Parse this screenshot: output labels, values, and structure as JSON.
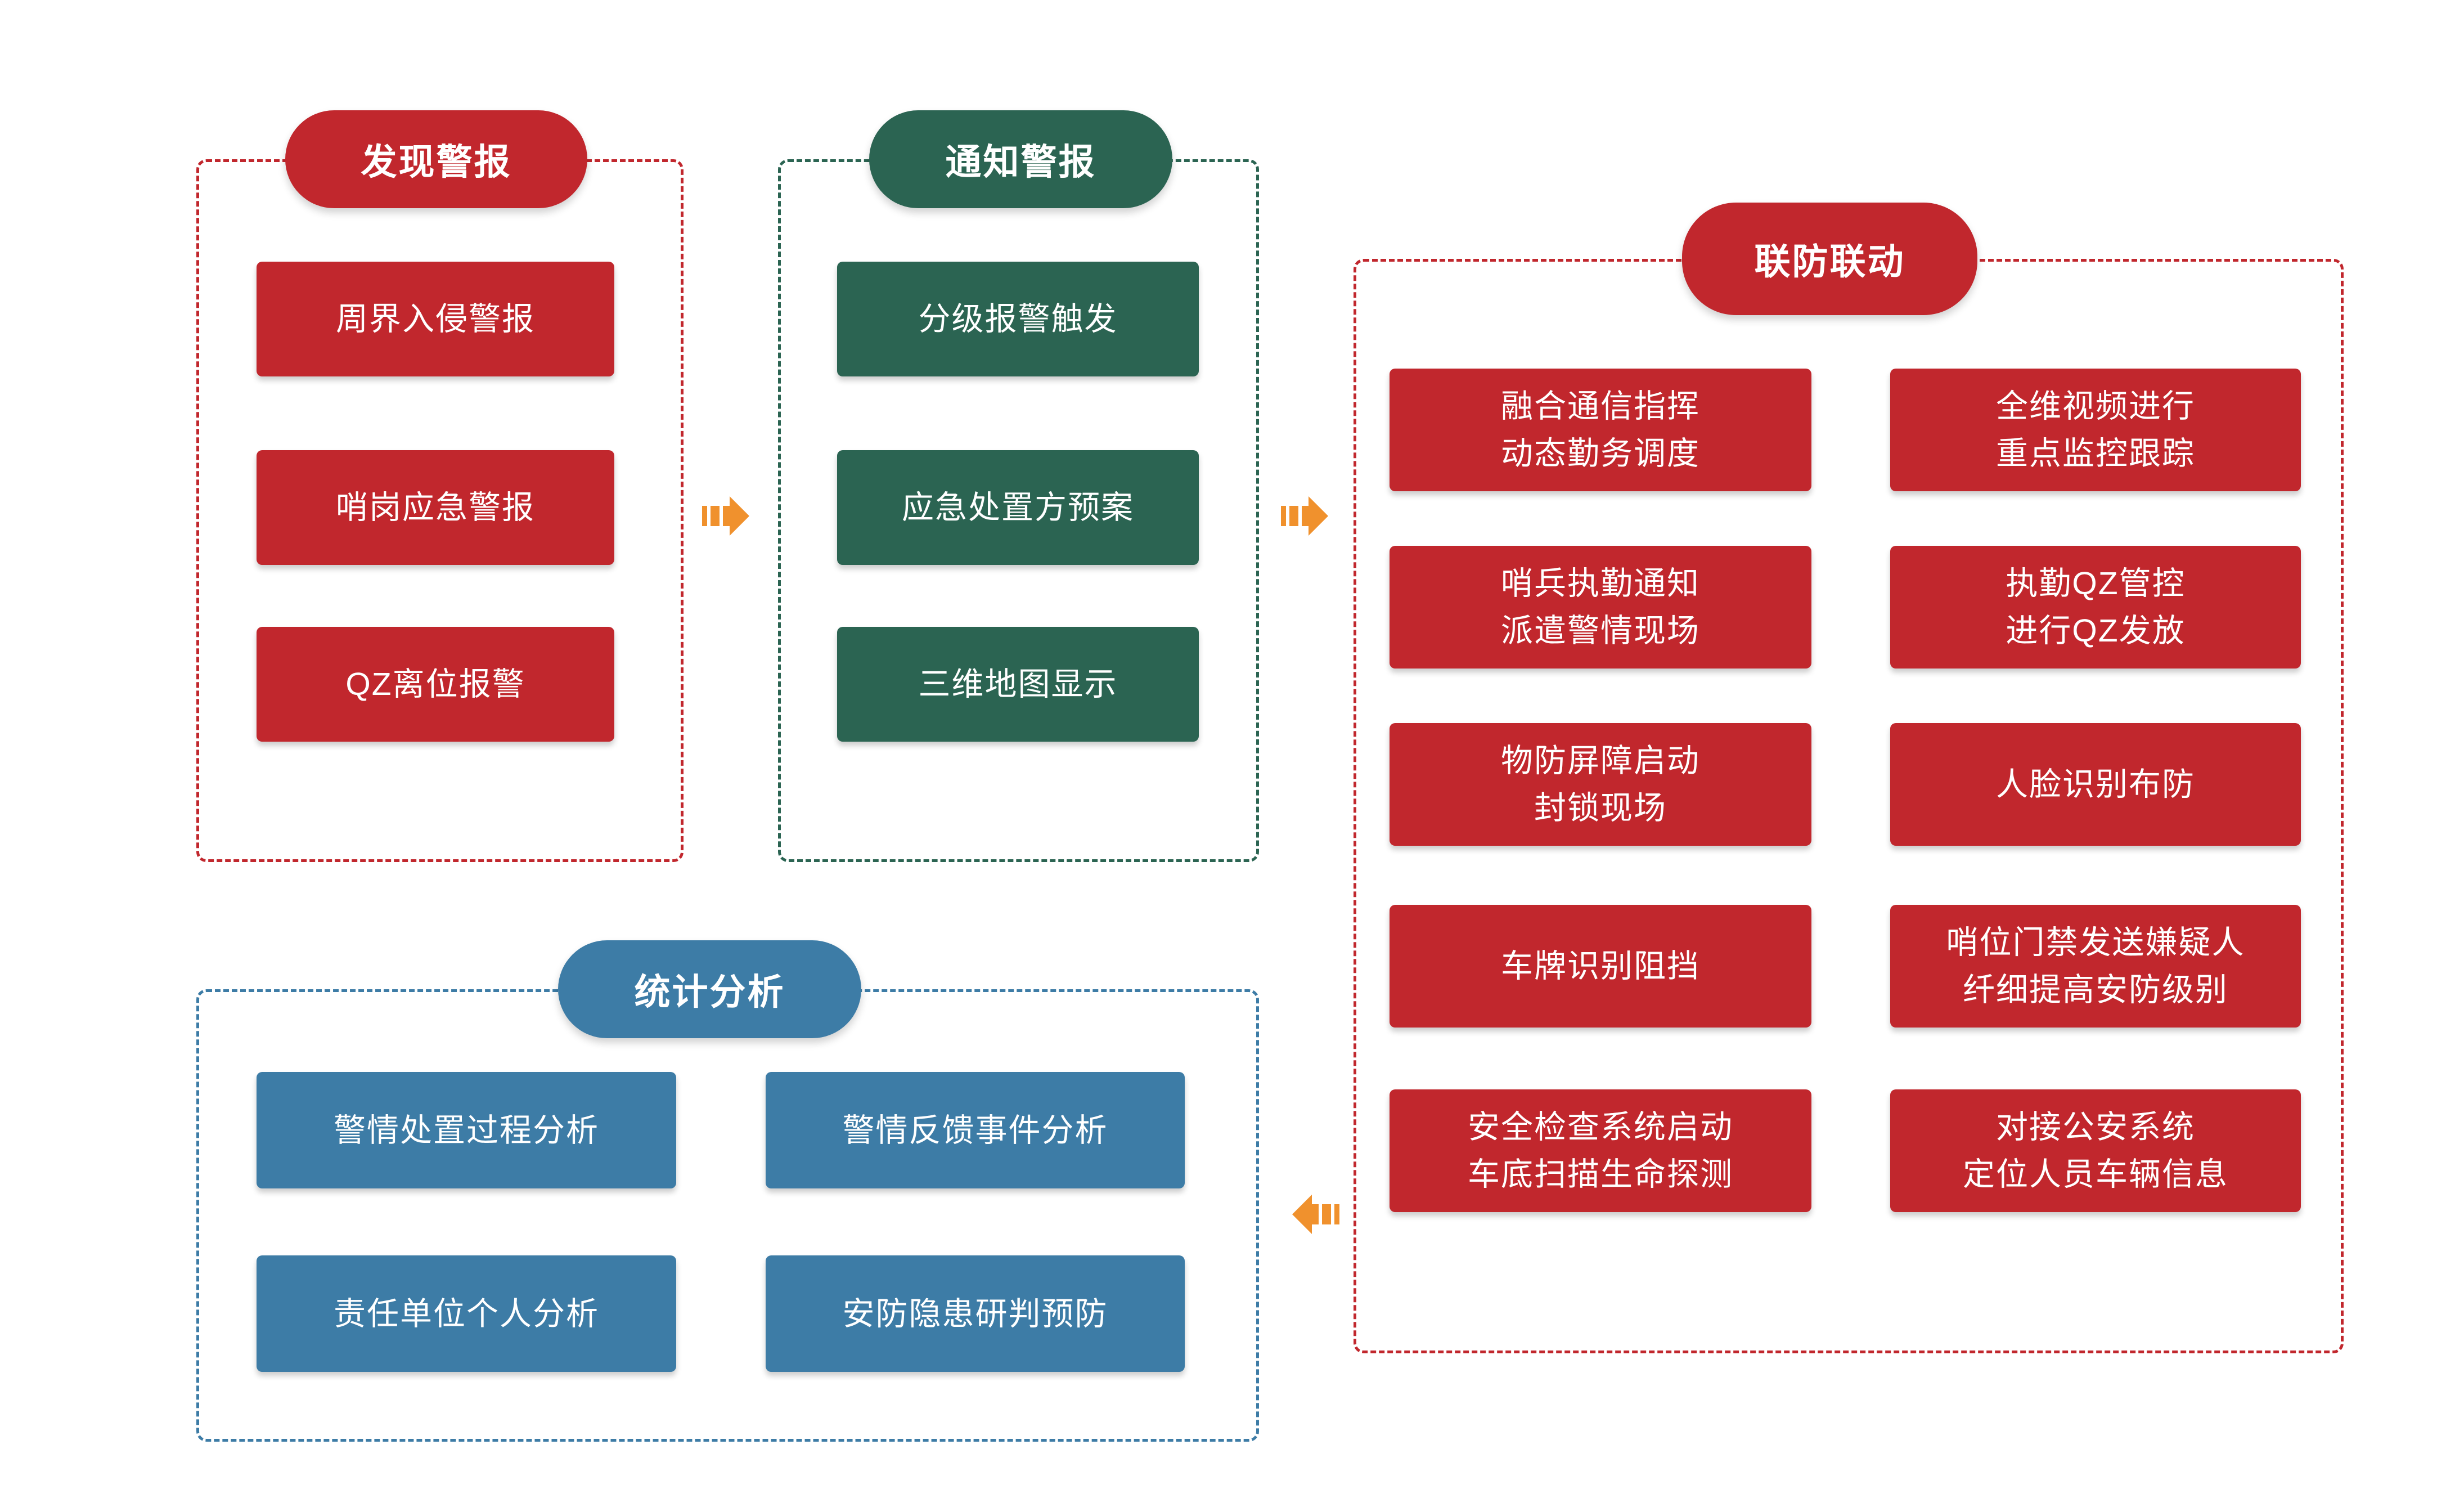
{
  "canvas": {
    "background": "#FFFFFF"
  },
  "colors": {
    "red": "#C1272D",
    "green": "#2B6452",
    "blue": "#3D7CA6",
    "orange": "#F0912D",
    "box_text": "#FFFFFF"
  },
  "sections": {
    "discover": {
      "title": "发现警报",
      "items": [
        "周界入侵警报",
        "哨岗应急警报",
        "QZ离位报警"
      ]
    },
    "notify": {
      "title": "通知警报",
      "items": [
        "分级报警触发",
        "应急处置方预案",
        "三维地图显示"
      ]
    },
    "linkage": {
      "title": "联防联动",
      "items_left": [
        [
          "融合通信指挥",
          "动态勤务调度"
        ],
        [
          "哨兵执勤通知",
          "派遣警情现场"
        ],
        [
          "物防屏障启动",
          "封锁现场"
        ],
        [
          "车牌识别阻挡"
        ],
        [
          "安全检查系统启动",
          "车底扫描生命探测"
        ]
      ],
      "items_right": [
        [
          "全维视频进行",
          "重点监控跟踪"
        ],
        [
          "执勤QZ管控",
          "进行QZ发放"
        ],
        [
          "人脸识别布防"
        ],
        [
          "哨位门禁发送嫌疑人",
          "纤细提高安防级别"
        ],
        [
          "对接公安系统",
          "定位人员车辆信息"
        ]
      ]
    },
    "stats": {
      "title": "统计分析",
      "items": [
        "警情处置过程分析",
        "警情反馈事件分析",
        "责任单位个人分析",
        "安防隐患研判预防"
      ]
    }
  },
  "arrows": [
    {
      "name": "arrow-discover-to-notify",
      "direction": "right"
    },
    {
      "name": "arrow-notify-to-linkage",
      "direction": "right"
    },
    {
      "name": "arrow-linkage-to-stats",
      "direction": "left"
    }
  ]
}
